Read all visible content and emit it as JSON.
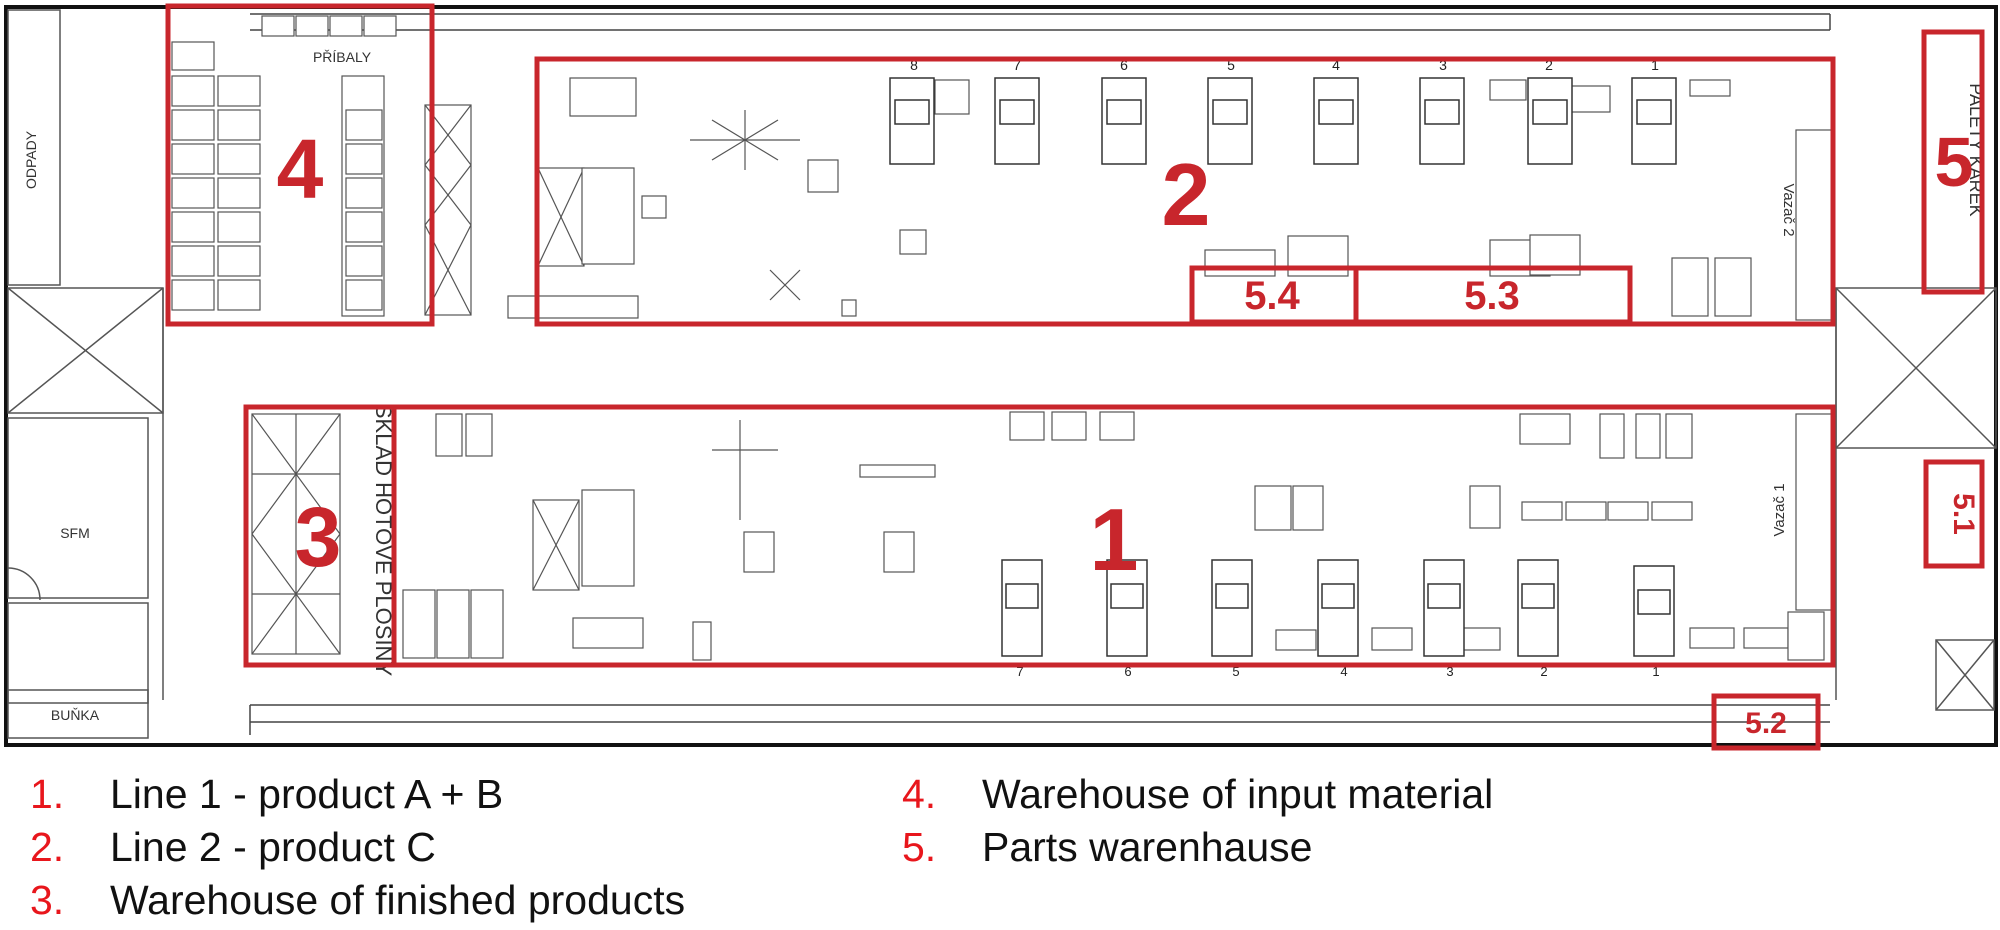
{
  "floorplan": {
    "room_labels": {
      "odpady": "ODPADY",
      "pribaly": "PŘÍBALY",
      "sfm": "SFM",
      "bunka": "BUŇKA",
      "sklad": "SKLAD HOTOVÉ PLOŠINY",
      "palety": "PALETY KAREK",
      "vazac2": "Vazač 2",
      "vazac1": "Vazač 1"
    },
    "line2_station_numbers": [
      "8",
      "7",
      "6",
      "5",
      "4",
      "3",
      "2",
      "1"
    ],
    "line1_station_numbers": [
      "7",
      "6",
      "5",
      "4",
      "3",
      "2",
      "1"
    ],
    "zones": [
      {
        "id": "1",
        "label": "1"
      },
      {
        "id": "2",
        "label": "2"
      },
      {
        "id": "3",
        "label": "3"
      },
      {
        "id": "4",
        "label": "4"
      },
      {
        "id": "5",
        "label": "5"
      },
      {
        "id": "5.1",
        "label": "5.1"
      },
      {
        "id": "5.2",
        "label": "5.2"
      },
      {
        "id": "5.3",
        "label": "5.3"
      },
      {
        "id": "5.4",
        "label": "5.4"
      }
    ]
  },
  "legend": {
    "left": [
      {
        "num": "1.",
        "text": "Line 1 - product A + B"
      },
      {
        "num": "2.",
        "text": "Line 2 - product C"
      },
      {
        "num": "3.",
        "text": "Warehouse of finished products"
      }
    ],
    "right": [
      {
        "num": "4.",
        "text": "Warehouse of input material"
      },
      {
        "num": "5.",
        "text": "Parts warenhause"
      }
    ]
  },
  "colors": {
    "highlight": "#c8262c",
    "legend_number": "#e8161c",
    "plan_lines": "#333333"
  }
}
